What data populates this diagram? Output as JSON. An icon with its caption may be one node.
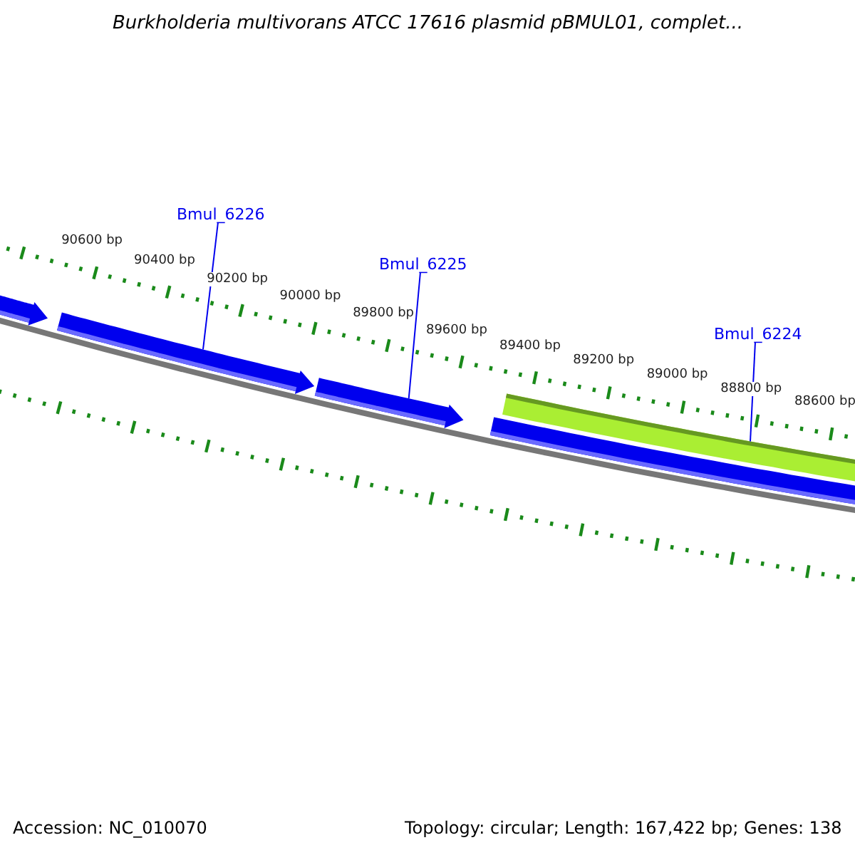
{
  "diagram": {
    "title": "Burkholderia multivorans ATCC 17616 plasmid pBMUL01, complet...",
    "nodes": [
      {
        "text": [
          "Bmul_6226"
        ]
      },
      {
        "text": [
          "Bmul_6225"
        ]
      },
      {
        "text": [
          "Bmul_6224"
        ]
      },
      {
        "text": [],
        "shape": "bar"
      },
      {
        "text": [],
        "shape": "bar"
      },
      {
        "text": [],
        "shape": "bar"
      },
      {
        "text": [],
        "shape": "bar"
      },
      {
        "text": [],
        "shape": "bar"
      }
    ],
    "edges": [
      {
        "from": 0,
        "to": 4,
        "arrow": "none"
      },
      {
        "from": 1,
        "to": 5,
        "arrow": "none"
      },
      {
        "from": 2,
        "to": 7,
        "arrow": "none"
      }
    ],
    "labels": [
      "90600 bp",
      "90400 bp",
      "90200 bp",
      "90000 bp",
      "89800 bp",
      "89600 bp",
      "89400 bp",
      "89200 bp",
      "89000 bp",
      "88800 bp",
      "88600 bp",
      "Accession: NC_010070",
      "Topology: circular; Length: 167,422 bp; Genes: 138"
    ]
  }
}
